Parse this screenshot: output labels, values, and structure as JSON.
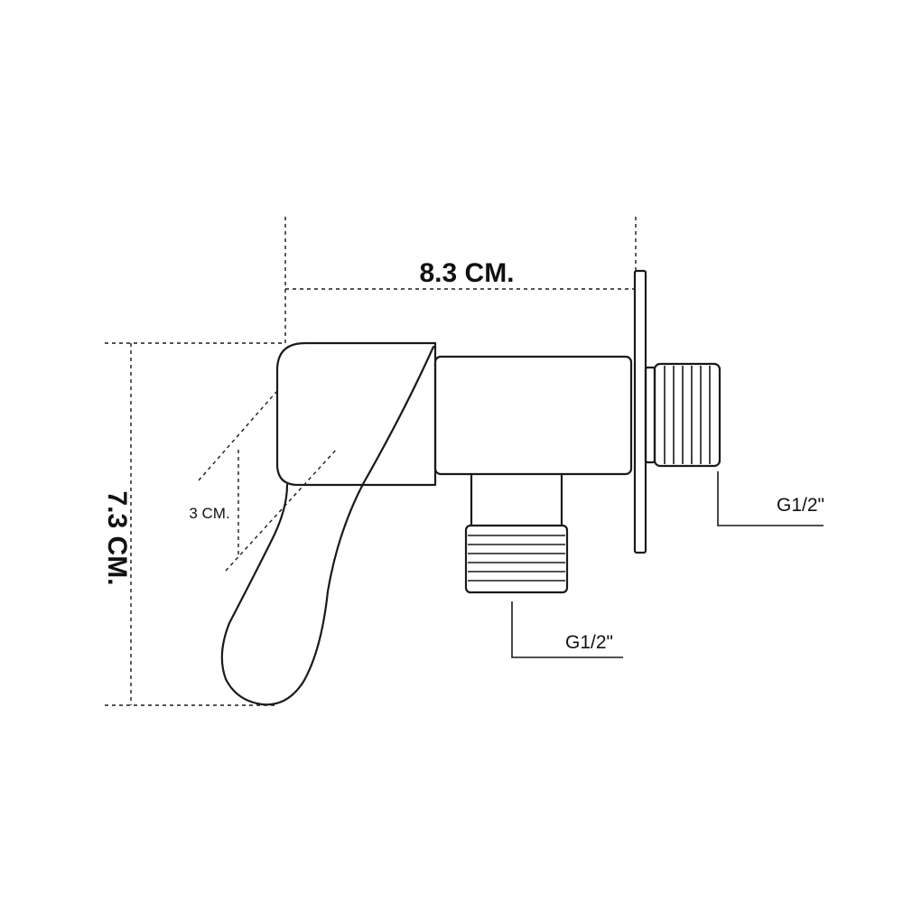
{
  "dimensions": {
    "width_label": "8.3 CM.",
    "height_label": "7.3 CM.",
    "handle_label": "3 CM."
  },
  "threads": {
    "side_outlet_label": "G1/2\"",
    "bottom_outlet_label": "G1/2\""
  }
}
